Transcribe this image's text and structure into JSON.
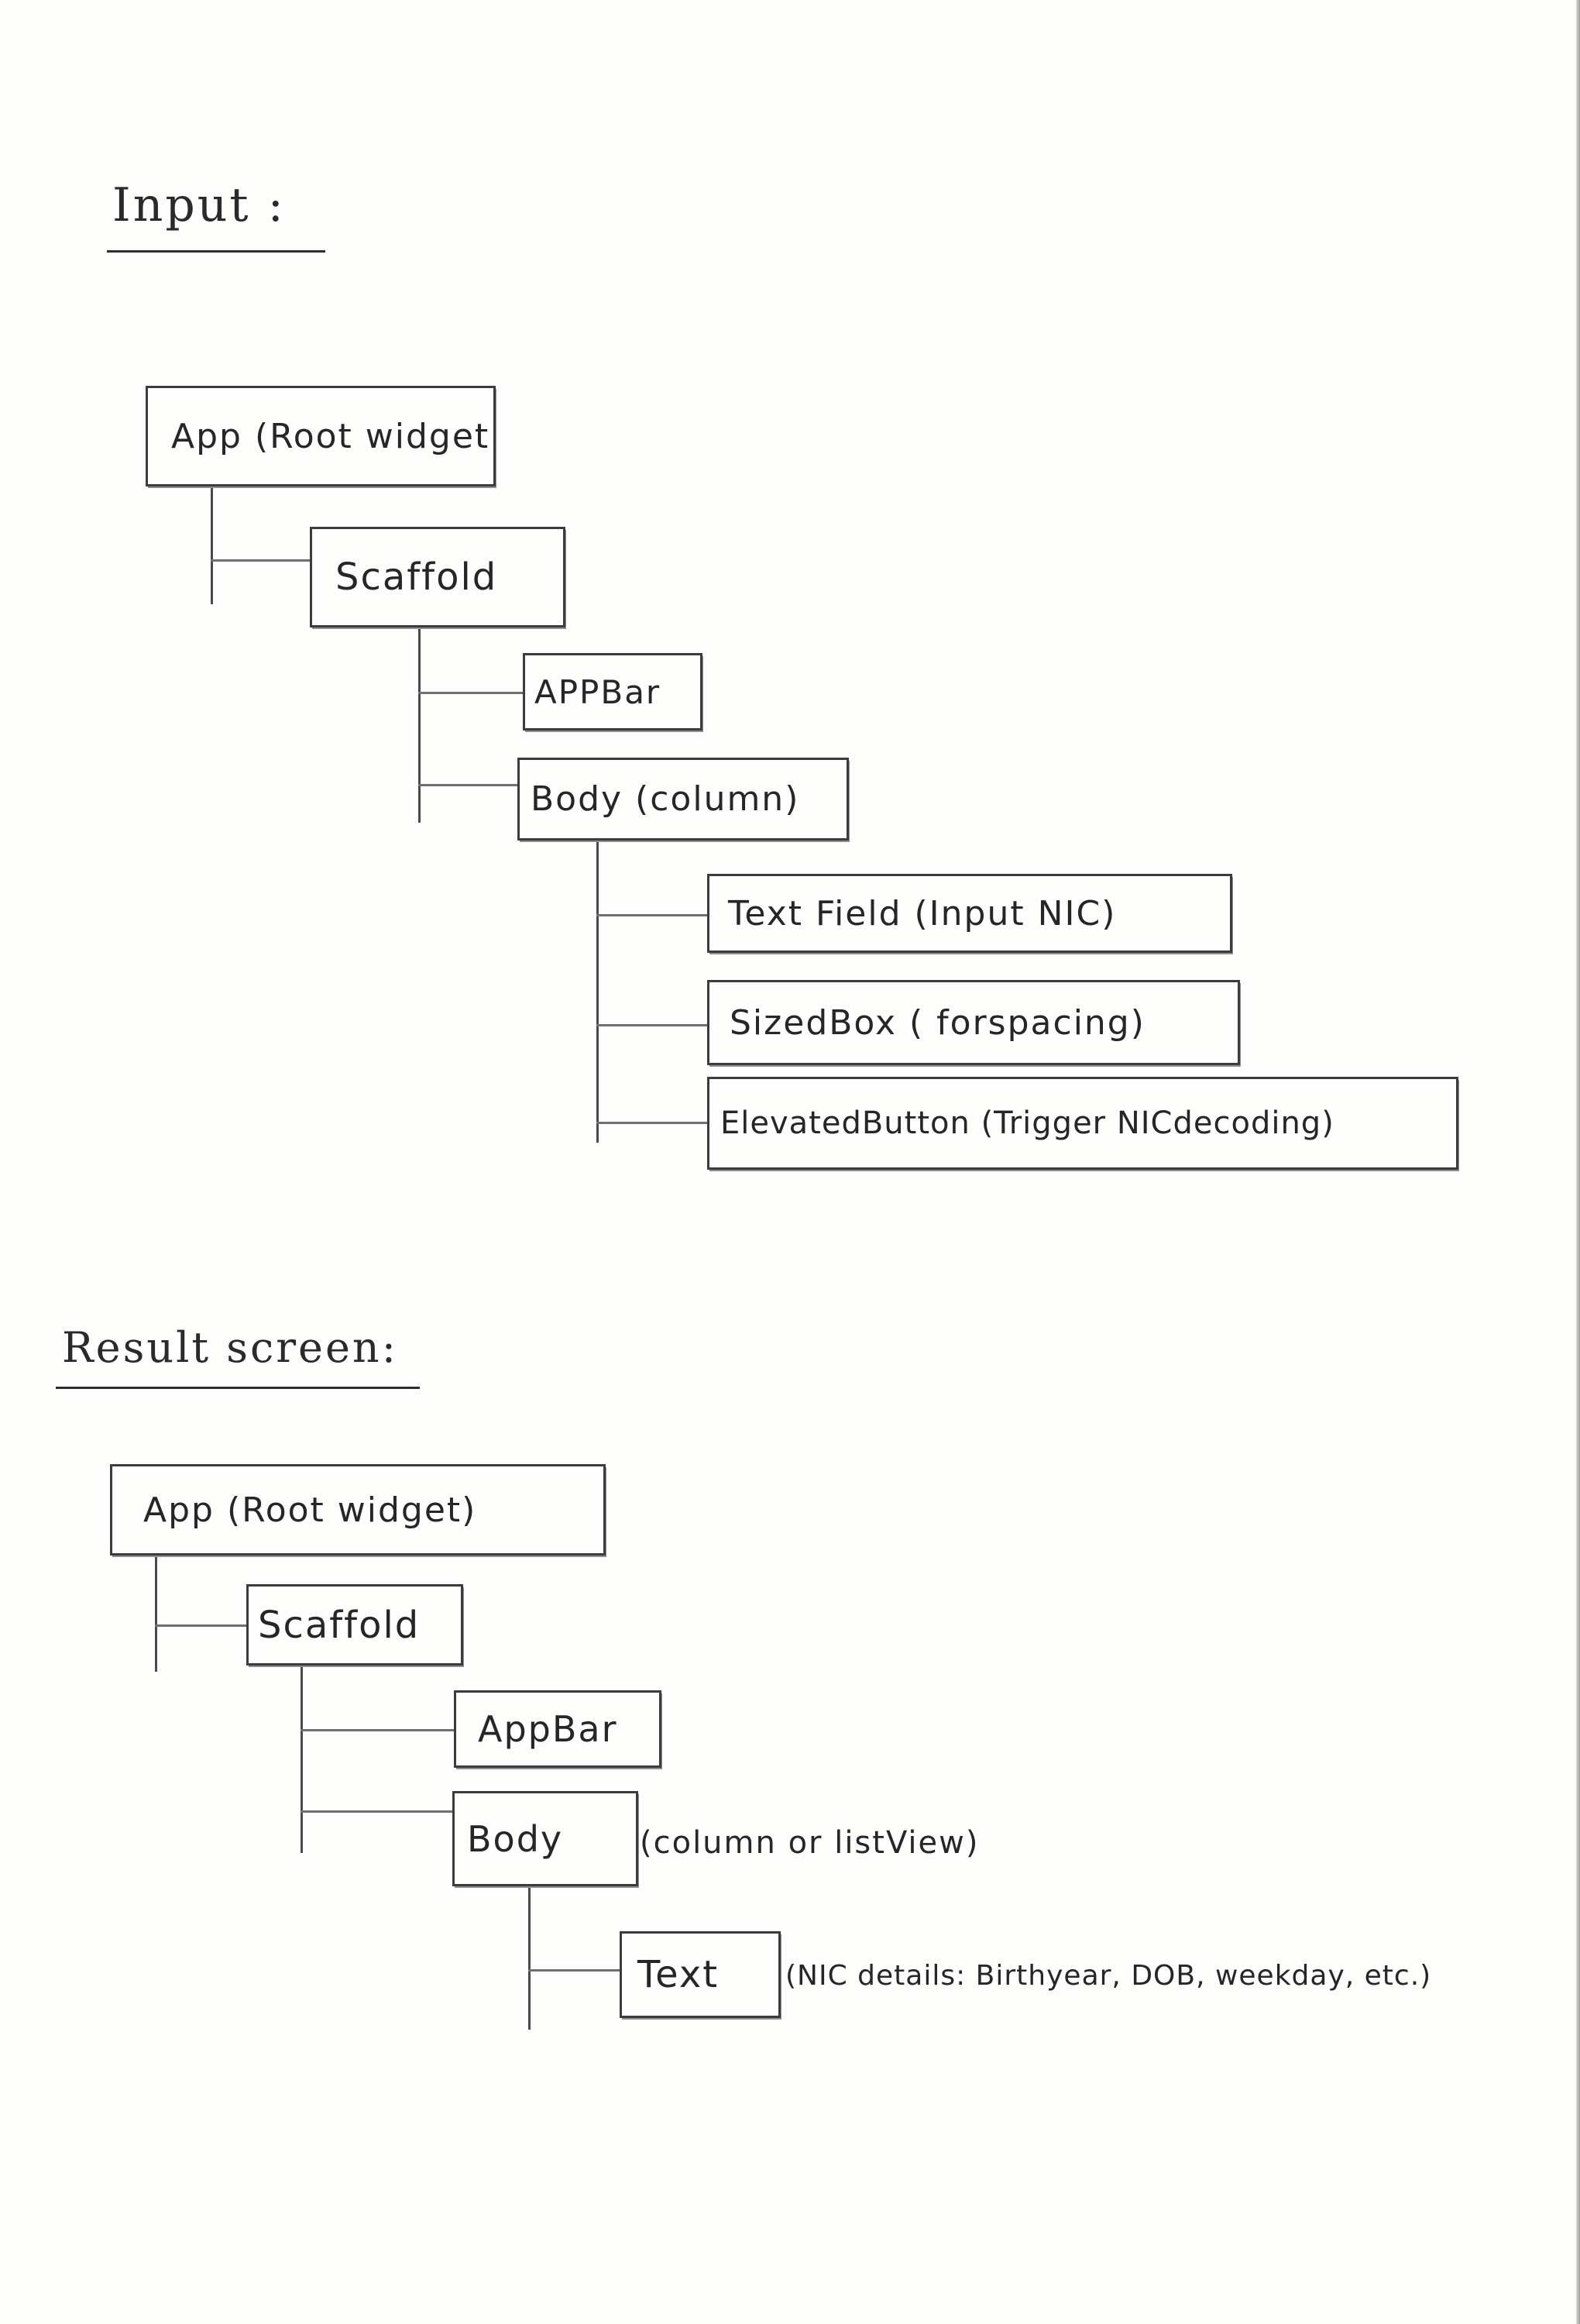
{
  "input_section": {
    "heading": "Input :",
    "nodes": {
      "app": "App (Root widget",
      "scaffold": "Scaffold",
      "appbar": "APPBar",
      "body": "Body (column)",
      "textfield": "Text Field (Input NIC)",
      "sizedbox": "SizedBox ( forspacing)",
      "elevatedbutton": "ElevatedButton (Trigger NICdecoding)"
    }
  },
  "result_section": {
    "heading": "Result screen:",
    "nodes": {
      "app": "App (Root widget)",
      "scaffold": "Scaffold",
      "appbar": "AppBar",
      "body": "Body",
      "body_note": "(column or listView)",
      "text": "Text",
      "text_note": "(NIC details: Birthyear, DOB, weekday, etc.)"
    }
  }
}
